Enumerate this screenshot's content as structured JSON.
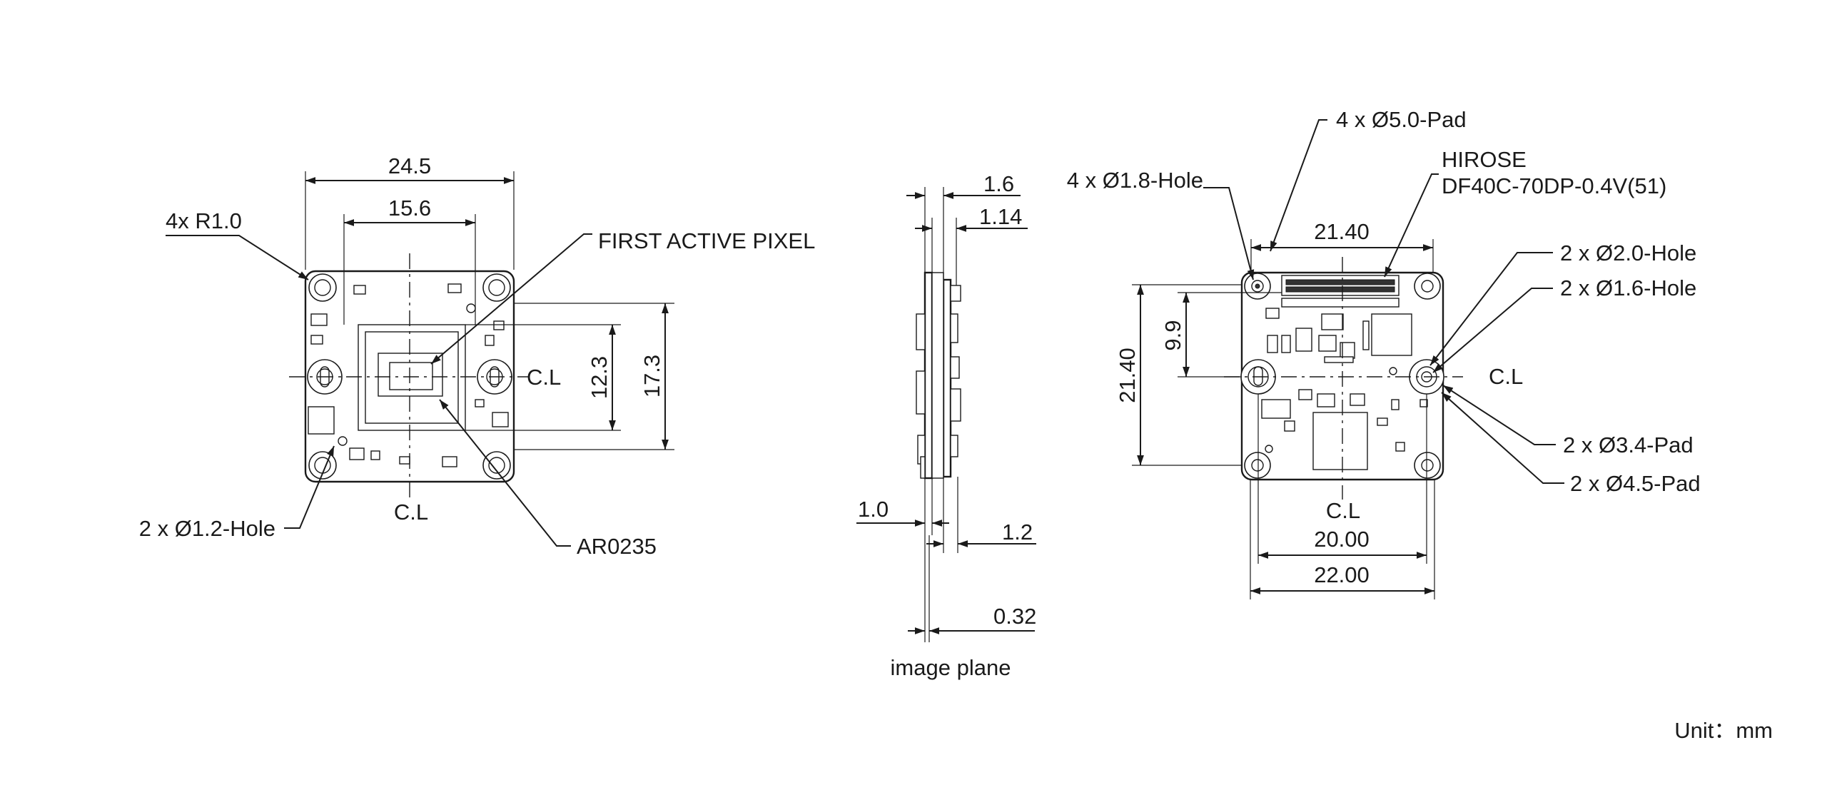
{
  "front_view": {
    "width_overall": "24.5",
    "width_sensor": "15.6",
    "corner_radius": "4x R1.0",
    "first_pixel": "FIRST ACTIVE PIXEL",
    "height_sensor": "12.3",
    "height_overall": "17.3",
    "centerline_right": "C.L",
    "centerline_bottom": "C.L",
    "hole_label": "2 x  Ø1.2-Hole",
    "sensor_label": "AR0235"
  },
  "side_view": {
    "dim_top_1": "1.6",
    "dim_top_2": "1.14",
    "dim_left": "1.0",
    "dim_right": "1.2",
    "dim_bottom": "0.32",
    "image_plane": "image plane"
  },
  "back_view": {
    "pad_5": "4 x  Ø5.0-Pad",
    "connector_1": "HIROSE",
    "connector_2": "DF40C-70DP-0.4V(51)",
    "hole_18": "4 x  Ø1.8-Hole",
    "width_top": "21.40",
    "hole_20": "2 x  Ø2.0-Hole",
    "hole_16": "2 x  Ø1.6-Hole",
    "height_left": "21.40",
    "height_inner": "9.9",
    "centerline_right": "C.L",
    "pad_34": "2 x  Ø3.4-Pad",
    "pad_45": "2 x  Ø4.5-Pad",
    "centerline_bottom": "C.L",
    "width_inner": "20.00",
    "width_outer": "22.00"
  },
  "unit": "Unit：mm"
}
